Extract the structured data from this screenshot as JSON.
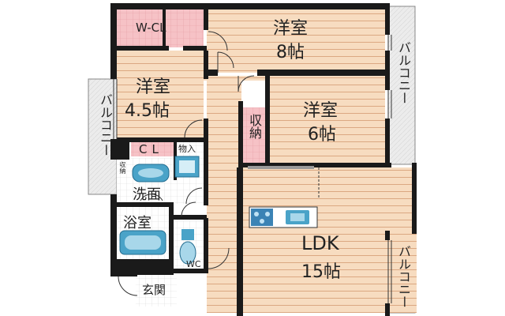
{
  "rooms": {
    "wcl": "W-CL",
    "western1_name": "洋室",
    "western1_size": "8帖",
    "western2_name": "洋室",
    "western2_size": "4.5帖",
    "western3_name": "洋室",
    "western3_size": "6帖",
    "storage": "収納",
    "closet": "CL",
    "mono": "物入",
    "senmen": "洗面",
    "bath": "浴室",
    "wc": "WC",
    "ldk": "LDK",
    "ldk_size": "15帖",
    "genkan": "玄関",
    "shuno_small": "収納",
    "balcony_top": "バルコニー",
    "balcony_left": "バルコニー",
    "balcony_bottom": "バルコニー"
  },
  "colors": {
    "wall": "#1a1a1a",
    "wood_floor": "#f7dcc0",
    "wood_line": "#d9a77d",
    "closet_pink": "#f6c2c6",
    "tile_white": "#ffffff",
    "bath_blue": "#4aa3c8",
    "balcony_gray": "#e6e6e6"
  }
}
